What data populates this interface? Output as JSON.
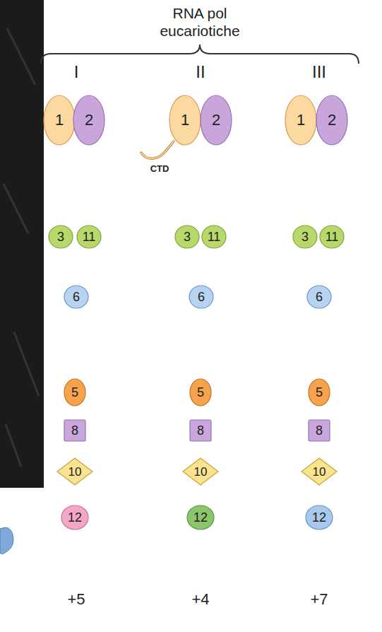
{
  "diagram": {
    "title": "RNA pol eucariotiche",
    "nodes": [
      {
        "text": [
          "1"
        ]
      },
      {
        "text": [
          "2"
        ]
      },
      {
        "text": [
          "1"
        ]
      },
      {
        "text": [
          "2"
        ]
      },
      {
        "text": [
          "1"
        ]
      },
      {
        "text": [
          "2"
        ]
      },
      {
        "text": [
          "3"
        ]
      },
      {
        "text": [
          "11"
        ]
      },
      {
        "text": [
          "3"
        ]
      },
      {
        "text": [
          "11"
        ]
      },
      {
        "text": [
          "3"
        ]
      },
      {
        "text": [
          "11"
        ]
      },
      {
        "text": [
          "6"
        ]
      },
      {
        "text": [
          "6"
        ]
      },
      {
        "text": [
          "6"
        ]
      },
      {
        "text": [
          "5"
        ]
      },
      {
        "text": [
          "5"
        ]
      },
      {
        "text": [
          "5"
        ]
      },
      {
        "text": [
          "8"
        ]
      },
      {
        "text": [
          "8"
        ]
      },
      {
        "text": [
          "8"
        ]
      },
      {
        "text": [
          "10"
        ]
      },
      {
        "text": [
          "10"
        ]
      },
      {
        "text": [
          "10"
        ]
      },
      {
        "text": [
          "12"
        ]
      },
      {
        "text": [
          "12"
        ]
      },
      {
        "text": [
          "12"
        ]
      }
    ],
    "labels": [
      "I",
      "II",
      "III",
      "CTD",
      "+5",
      "+4",
      "+7"
    ]
  }
}
